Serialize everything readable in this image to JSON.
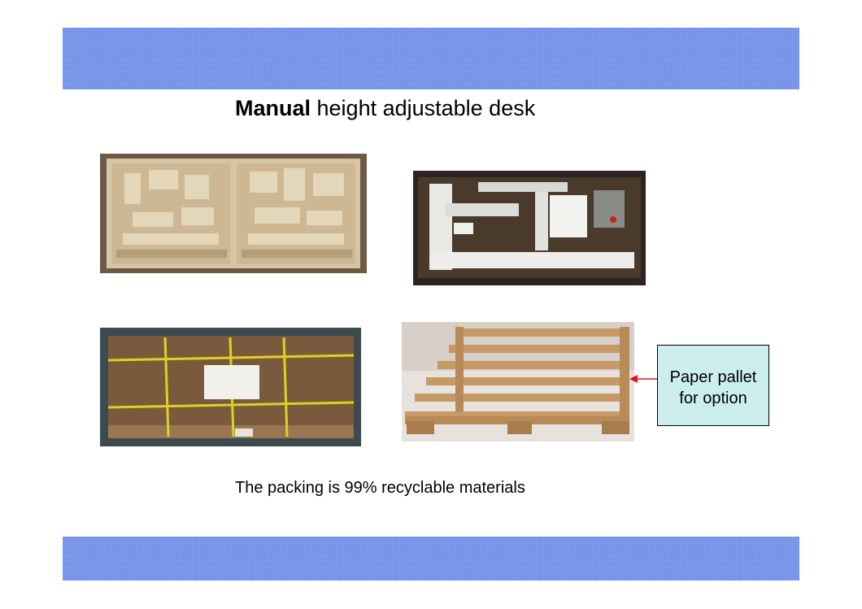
{
  "title": {
    "bold": "Manual",
    "rest": " height adjustable desk"
  },
  "callout": {
    "line1": "Paper pallet",
    "line2": "for option"
  },
  "caption": "The packing is 99% recyclable materials",
  "colors": {
    "band": "#6f8fe8",
    "callout_bg": "#cceeee",
    "arrow": "#e8121a"
  }
}
